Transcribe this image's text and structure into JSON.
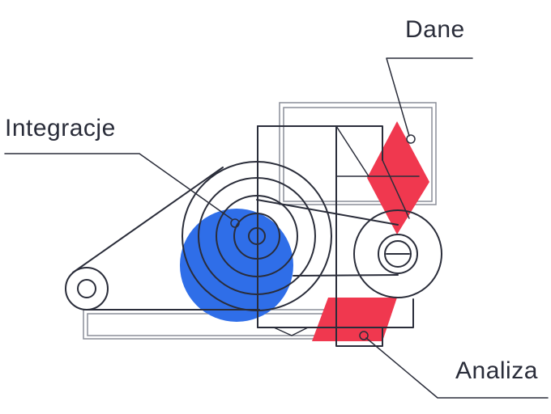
{
  "labels": {
    "dane": "Dane",
    "integracje": "Integracje",
    "analiza": "Analiza"
  },
  "colors": {
    "ink": "#2a2d3a",
    "blue": "#2f6ee8",
    "red": "#f0384f",
    "background": "#ffffff"
  },
  "icons": {
    "machine": "belt-drive-machine-illustration"
  }
}
